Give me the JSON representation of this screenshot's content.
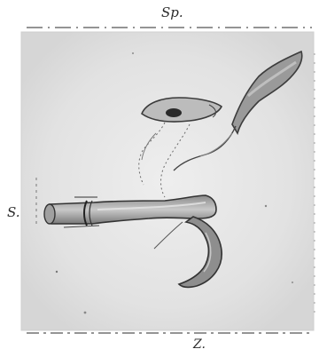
{
  "figure": {
    "labels": {
      "top": "Sp.",
      "left": "S.",
      "bottom": "Z."
    }
  }
}
